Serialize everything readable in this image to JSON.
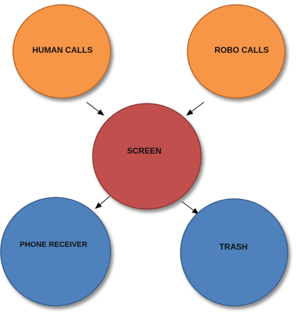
{
  "diagram": {
    "nodes": {
      "human_calls": {
        "label": "HUMAN CALLS",
        "color": "#F79646",
        "border": "#B5652B"
      },
      "robo_calls": {
        "label": "ROBO CALLS",
        "color": "#F79646",
        "border": "#B5652B"
      },
      "screen": {
        "label": "SCREEN",
        "color": "#C0504D",
        "border": "#8C3836"
      },
      "phone_receiver": {
        "label": "PHONE RECEIVER",
        "color": "#4F81BD",
        "border": "#375D8A"
      },
      "trash": {
        "label": "TRASH",
        "color": "#4F81BD",
        "border": "#375D8A"
      }
    },
    "edges": [
      {
        "from": "human_calls",
        "to": "screen"
      },
      {
        "from": "robo_calls",
        "to": "screen"
      },
      {
        "from": "screen",
        "to": "phone_receiver"
      },
      {
        "from": "screen",
        "to": "trash"
      }
    ]
  }
}
